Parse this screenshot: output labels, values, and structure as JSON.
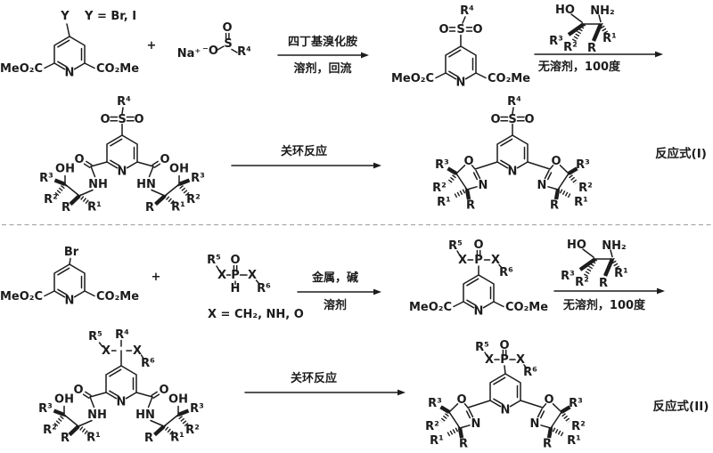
{
  "scheme": {
    "legend_y": "Y = Br, I",
    "legend_x": "X = CH₂, NH, O",
    "plus": "+",
    "equation_1": "反应式(I)",
    "equation_2": "反应式(II)",
    "conditions": {
      "step1_line1": "四丁基溴化胺",
      "step1_line2": "溶剂，回流",
      "amination": "无溶剂，100度",
      "cyclization": "关环反应",
      "step4_line1": "金属，碱",
      "step4_line2": "溶剂"
    }
  },
  "atoms": {
    "N": "N",
    "O": "O",
    "S": "S",
    "P": "P",
    "H": "H",
    "X": "X",
    "Y": "Y",
    "Br": "Br",
    "OH": "OH",
    "HO": "HO",
    "NH": "NH",
    "HN": "HN",
    "NH2": "NH₂",
    "MeO2C": "MeO₂C",
    "CO2Me": "CO₂Me",
    "R": "R",
    "R1": "R¹",
    "R2": "R²",
    "R3": "R³",
    "R4": "R⁴",
    "R5": "R⁵",
    "R6": "R⁶",
    "Na": "Na⁺",
    "Ominus": "⁻O"
  },
  "colors": {
    "ink": "#1c1c1c",
    "divider": "#a8a8a8",
    "background": "#ffffff"
  }
}
